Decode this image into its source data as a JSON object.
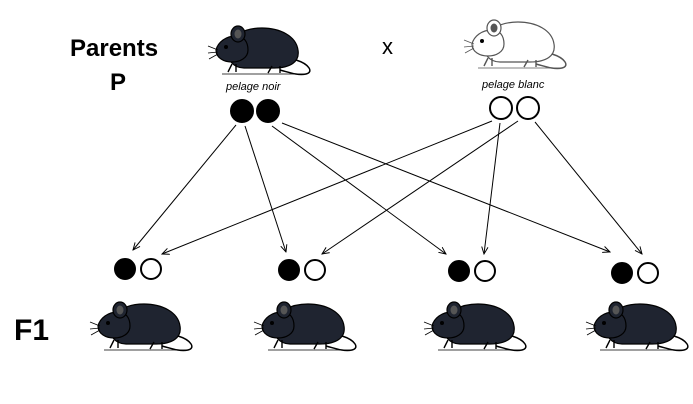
{
  "labels": {
    "parents_line1": "Parents",
    "parents_line2": "P",
    "cross_symbol": "x",
    "f1": "F1",
    "black_coat": "pelage noir",
    "white_coat": "pelage blanc"
  },
  "parents": [
    {
      "coat_label": "pelage noir",
      "alleles": [
        "black",
        "black"
      ]
    },
    {
      "coat_label": "pelage blanc",
      "alleles": [
        "white",
        "white"
      ]
    }
  ],
  "offspring": [
    {
      "alleles": [
        "black",
        "white"
      ],
      "coat": "black"
    },
    {
      "alleles": [
        "black",
        "white"
      ],
      "coat": "black"
    },
    {
      "alleles": [
        "black",
        "white"
      ],
      "coat": "black"
    },
    {
      "alleles": [
        "black",
        "white"
      ],
      "coat": "black"
    }
  ],
  "colors": {
    "black_allele": "#000000",
    "white_allele": "#ffffff",
    "black_mouse": "#1f2430",
    "white_mouse": "#ffffff",
    "line": "#000000"
  }
}
